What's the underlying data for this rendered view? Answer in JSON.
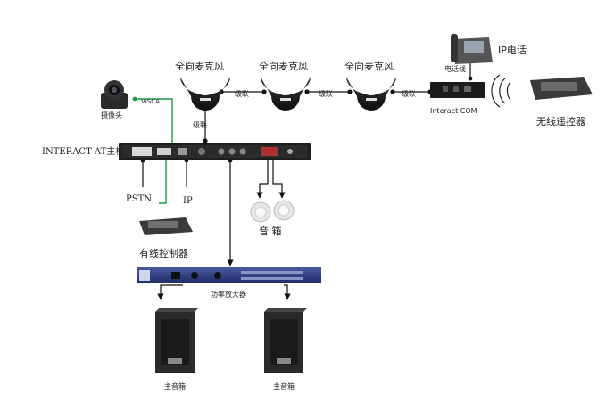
{
  "diagram": {
    "mic_label": "全向麦克风",
    "cascade_label": "级联",
    "camera_label": "摄像头",
    "visca_label": "VISCA",
    "host_label": "INTERACT AT主机",
    "ip_phone_label": "IP电话",
    "phone_line_label": "电话线",
    "interact_com_label": "Interact COM",
    "wireless_remote_label": "无线遥控器",
    "pstn_label": "PSTN",
    "ip_label": "IP",
    "wired_controller_label": "有线控制器",
    "speaker_label": "音 箱",
    "amplifier_label": "功率放大器",
    "main_speaker_label": "主音箱"
  }
}
